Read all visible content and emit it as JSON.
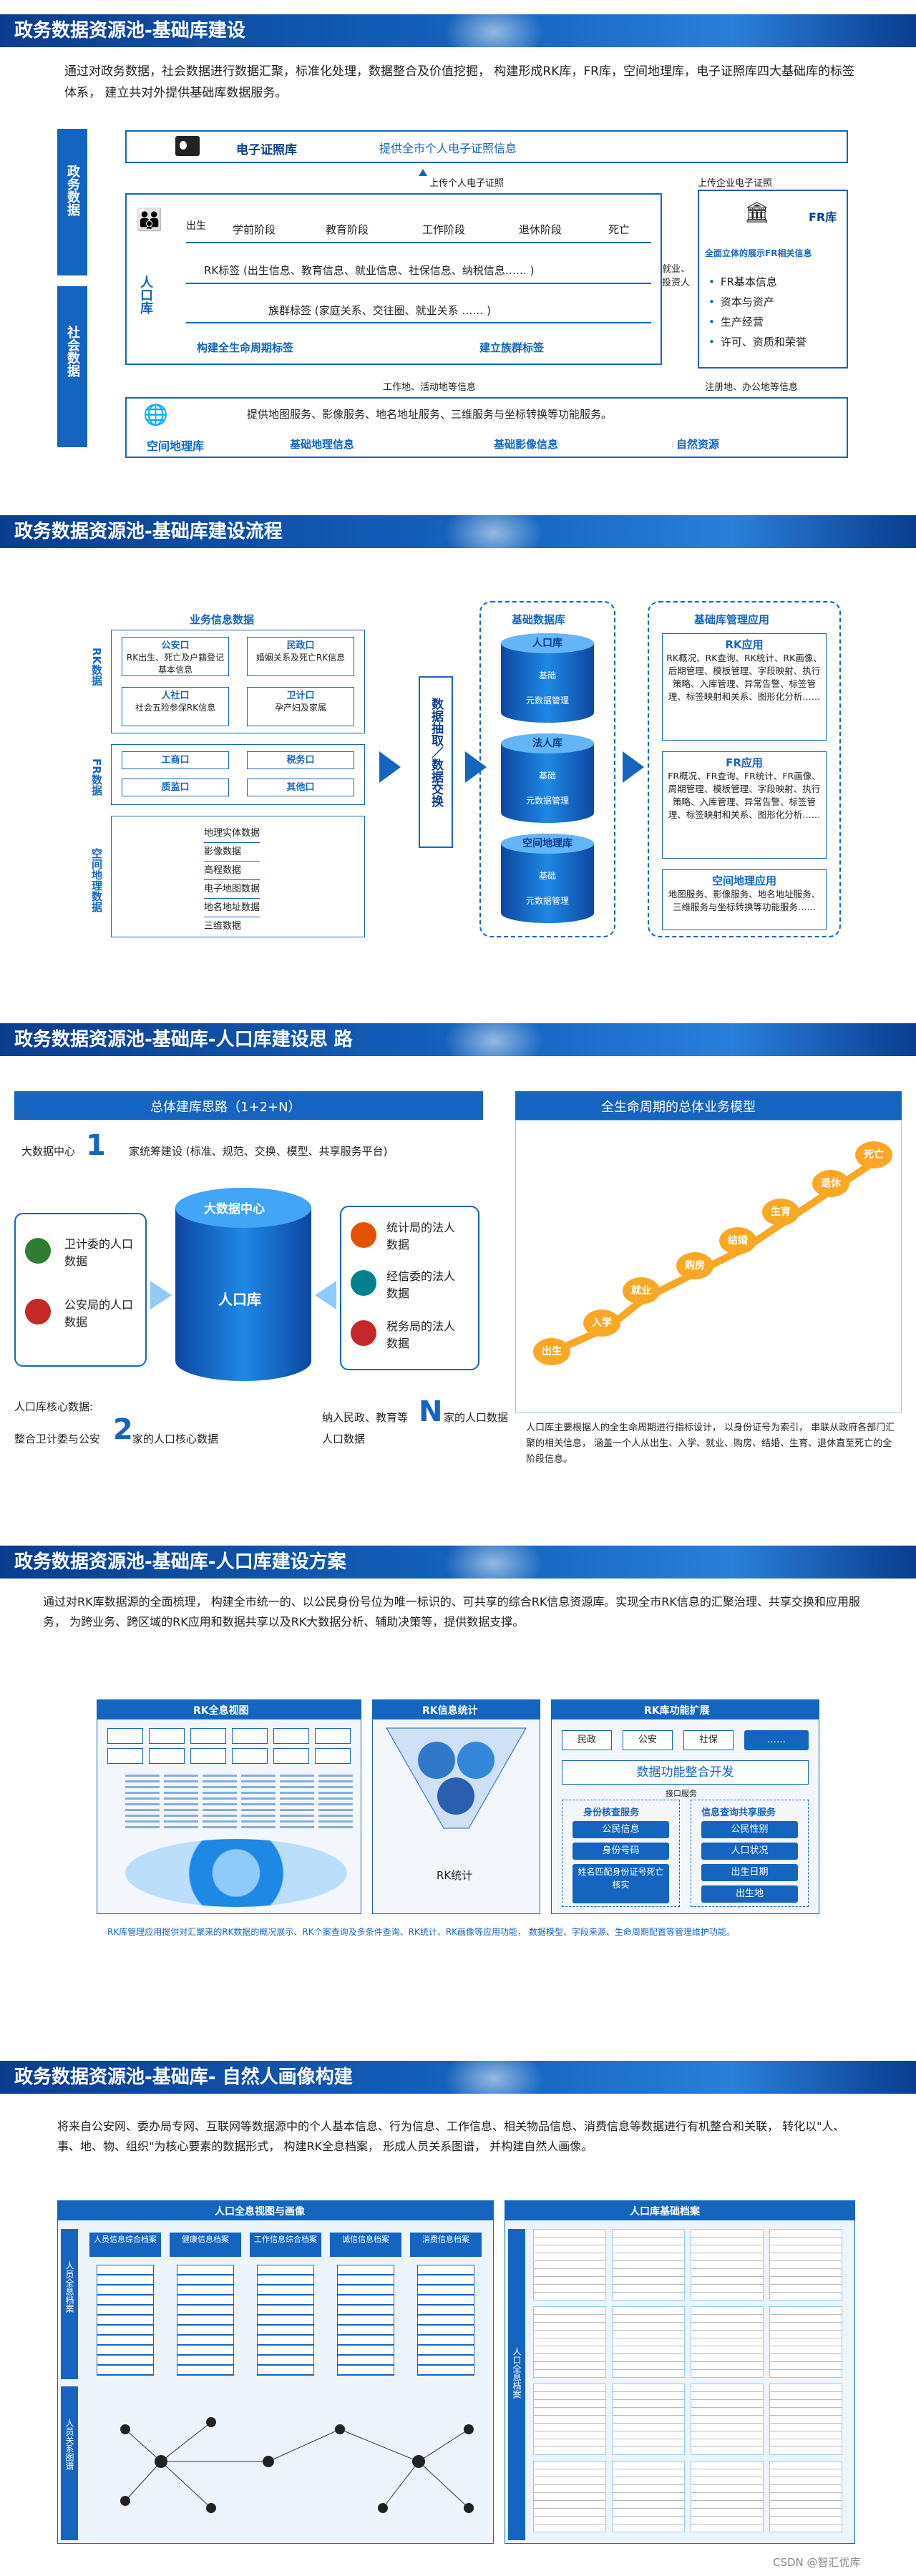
{
  "s1": {
    "title": "政务数据资源池-基础库建设",
    "intro": "通过对政务数据，社会数据进行数据汇聚，标准化处理，数据整合及价值挖掘， 构建形成RK库，FR库，空间地理库，电子证照库四大基础库的标签体系， 建立共对外提供基础库数据服务。",
    "left_label_1": "政务数据",
    "left_label_2": "社会数据",
    "cert_lib": "电子证照库",
    "cert_desc": "提供全市个人电子证照信息",
    "up_person_cert": "上传个人电子证照",
    "up_ent_cert": "上传企业电子证照",
    "pop_lib": "人口库",
    "stages": [
      "出生",
      "学前阶段",
      "教育阶段",
      "工作阶段",
      "退休阶段",
      "死亡"
    ],
    "rk_tags": "RK标签 (出生信息、教育信息、就业信息、社保信息、纳税信息…… )",
    "family_tags": "族群标签 (家庭关系、交往圈、就业关系 …… )",
    "build_life_tags": "构建全生命周期标签",
    "build_group_tags": "建立族群标签",
    "employ_invest": "就业、投资人",
    "fr_lib": "FR库",
    "fr_head": "全面立体的展示FR相关信息",
    "fr_items": [
      "FR基本信息",
      "资本与资产",
      "生产经营",
      "许可、资质和荣誉"
    ],
    "work_loc": "工作地、活动地等信息",
    "reg_loc": "注册地、办公地等信息",
    "geo_desc": "提供地图服务、影像服务、地名地址服务、三维服务与坐标转换等功能服务。",
    "geo_lib": "空间地理库",
    "geo_items": [
      "基础地理信息",
      "基础影像信息",
      "自然资源"
    ]
  },
  "s2": {
    "title": "政务数据资源池-基础库建设流程",
    "biz_title": "业务信息数据",
    "rk_data": "RK数据",
    "fr_data": "FR数据",
    "geo_data": "空间地理数据",
    "gong_an": "公安口",
    "gong_an_desc": "RK出生、死亡及户籍登记基本信息",
    "min_zheng": "民政口",
    "min_zheng_desc": "婚姻关系及死亡RK信息",
    "ren_she": "人社口",
    "ren_she_desc": "社会五险参保RK信息",
    "wei_ji": "卫计口",
    "wei_ji_desc": "孕产妇及家属",
    "gong_shang": "工商口",
    "shui_wu": "税务口",
    "zhi_jian": "质监口",
    "qita": "其他口",
    "geo_list": [
      "地理实体数据",
      "影像数据",
      "高程数据",
      "电子地图数据",
      "地名地址数据",
      "三维数据"
    ],
    "extract": "数据抽取／数据交换",
    "base_title": "基础数据库",
    "base_libs": [
      "人口库",
      "法人库",
      "空间地理库"
    ],
    "layer1": "基础",
    "layer2": "元数据管理",
    "app_title": "基础库管理应用",
    "rk_app": "RK应用",
    "rk_app_desc": "RK概况、RK查询、RK统计、RK画像、 后期管理、模板管理、字段映射、执行策略、入库管理、异常告警、标签管理、标签映射和关系、图形化分析……",
    "fr_app": "FR应用",
    "fr_app_desc": "FR概况、FR查询、FR统计、FR画像、周期管理、模板管理、字段映射、执行策略、入库管理、异常告警、标签管理、标签映射和关系、图形化分析……",
    "geo_app": "空间地理应用",
    "geo_app_desc": "地图服务、影像服务、地名地址服务、三维服务与坐标转换等功能服务……"
  },
  "s3": {
    "title": "政务数据资源池-基础库-人口库建设思 路",
    "left_head": "总体建库思路（1+2+N）",
    "right_head": "全生命周期的总体业务模型",
    "bdc": "大数据中心",
    "num1": "1",
    "std": "家统筹建设 (标准、规范、交换、模型、共享服务平台)",
    "src_left": [
      "卫计委的人口数据",
      "公安局的人口数据"
    ],
    "center_top": "大数据中心",
    "center": "人口库",
    "src_right": [
      "统计局的法人数据",
      "经信委的法人数据",
      "税务局的法人数据"
    ],
    "core": "人口库核心数据:",
    "merge_a": "整合卫计委与公安",
    "num2": "2",
    "merge_b": "家的人口核心数据",
    "incl_a": "纳入民政、教育等",
    "numN": "N",
    "incl_b": "家的人口数据",
    "life_stages": [
      "出生",
      "入学",
      "就业",
      "购房",
      "结婚",
      "生育",
      "退休",
      "死亡"
    ],
    "life_desc": "人口库主要根据人的全生命周期进行指标设计， 以身份证号为索引， 串联从政府各部门汇聚的相关信息， 涵盖一个人从出生、入学、就业、购房、结婚、生育、退休直至死亡的全阶段信息。"
  },
  "s4": {
    "title": "政务数据资源池-基础库-人口库建设方案",
    "intro": "通过对RK库数据源的全面梳理， 构建全市统一的、以公民身份号位为唯一标识的、可共享的综合RK信息资源库。实现全市RK信息的汇聚治理、共享交换和应用服务， 为跨业务、跨区域的RK应用和数据共享以及RK大数据分析、辅助决策等，提供数据支撑。",
    "panel1": "RK全息视图",
    "panel2": "RK信息统计",
    "panel3": "RK库功能扩展",
    "rk_stat": "RK统计",
    "ext_tabs": [
      "民政",
      "公安",
      "社保",
      "……"
    ],
    "ext_main": "数据功能整合开发",
    "ext_sub": "接口服务",
    "ext_left_head": "身份核查服务",
    "ext_left": [
      "公民信息",
      "身份号码",
      "姓名匹配身份证号死亡核实"
    ],
    "ext_right_head": "信息查询共享服务",
    "ext_right": [
      "公民性别",
      "人口状况",
      "出生日期",
      "出生地"
    ],
    "note": "RK库管理应用提供对汇聚来的RK数据的概况展示、RK个案查询及多条件查询、RK统计、RK画像等应用功能， 数据模型、字段来源、生命周期配置等管理维护功能。"
  },
  "s5": {
    "title": "政务数据资源池-基础库- 自然人画像构建",
    "intro": "将来自公安网、委办局专网、互联网等数据源中的个人基本信息、行为信息、工作信息、相关物品信息、消费信息等数据进行有机整合和关联， 转化以\"人、事、地、物、组织\"为核心要素的数据形式， 构建RK全息档案， 形成人员关系图谱， 并构建自然人画像。",
    "left_panel": "人口全息视图与画像",
    "right_panel": "人口库基础档案",
    "left_tags": [
      "人员信息综合档案",
      "健康信息档案",
      "工作信息综合档案",
      "诚信信息档案",
      "消费信息档案"
    ],
    "left_side_1": "人员全息档案",
    "left_side_2": "人员关系图谱",
    "right_side": "人口全息档案",
    "watermark": "CSDN @智汇优库"
  }
}
